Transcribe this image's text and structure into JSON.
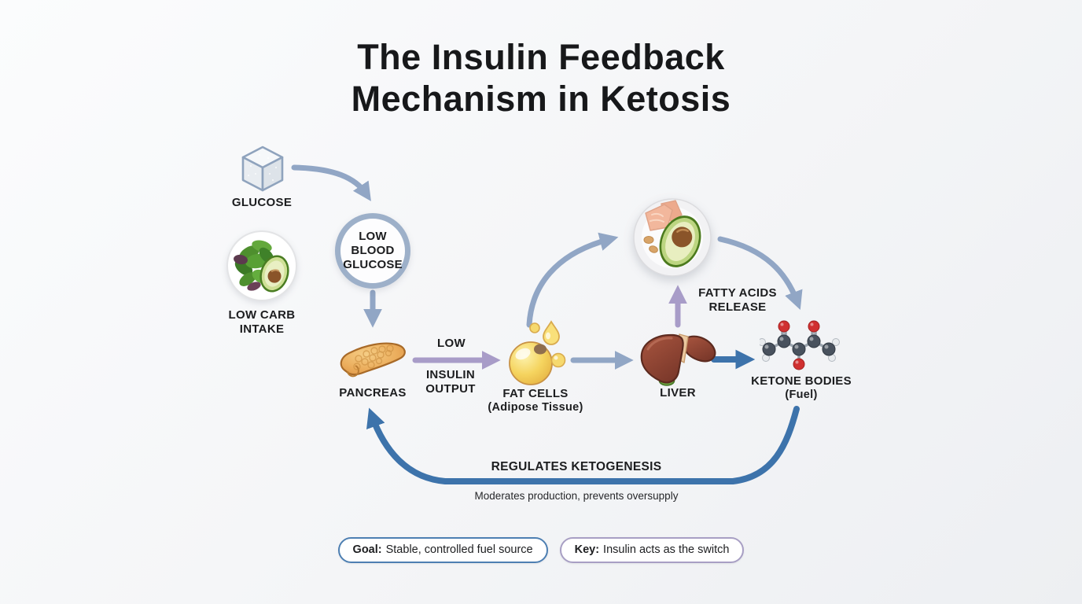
{
  "title": [
    "The Insulin Feedback",
    "Mechanism in Ketosis"
  ],
  "nodes": {
    "glucose": {
      "label": "GLUCOSE",
      "icon": "sugar-cube-icon"
    },
    "low_carb": {
      "line1": "LOW CARB",
      "line2": "INTAKE",
      "icon": "salad-bowl-icon"
    },
    "low_blood_glucose": {
      "line1": "LOW",
      "line2": "BLOOD",
      "line3": "GLUCOSE"
    },
    "pancreas": {
      "label": "PANCREAS",
      "icon": "pancreas-icon"
    },
    "fat_cells": {
      "label": "FAT CELLS",
      "sublabel": "(Adipose Tissue)",
      "icon": "fat-cell-icon"
    },
    "liver": {
      "label": "LIVER",
      "icon": "liver-icon"
    },
    "fats_plate": {
      "icon": "avocado-plate-icon"
    },
    "ketone_bodies": {
      "label": "KETONE BODIES",
      "sublabel": "(Fuel)",
      "icon": "ketone-molecule-icon"
    }
  },
  "edges": {
    "insulin_output": {
      "line1": "LOW",
      "line2": "INSULIN",
      "line3": "OUTPUT"
    },
    "fatty_acids": {
      "line1": "FATTY ACIDS",
      "line2": "RELEASE"
    },
    "regulates": {
      "label": "REGULATES KETOGENESIS",
      "sublabel": "Moderates production, prevents oversupply"
    }
  },
  "badges": {
    "goal": {
      "prefix": "Goal:",
      "text": "Stable, controlled fuel source"
    },
    "key": {
      "prefix": "Key:",
      "text": "Insulin acts as the switch"
    }
  },
  "colors": {
    "background": "#f2f3f5",
    "text": "#1b1c1e",
    "arrow_blue_gray": "#91a6c5",
    "arrow_purple": "#a89cc8",
    "arrow_dark_blue": "#3d73ab",
    "circle_stroke": "#9db0c9",
    "goal_badge_border": "#4d7fb2",
    "key_badge_border": "#a89fc4"
  }
}
